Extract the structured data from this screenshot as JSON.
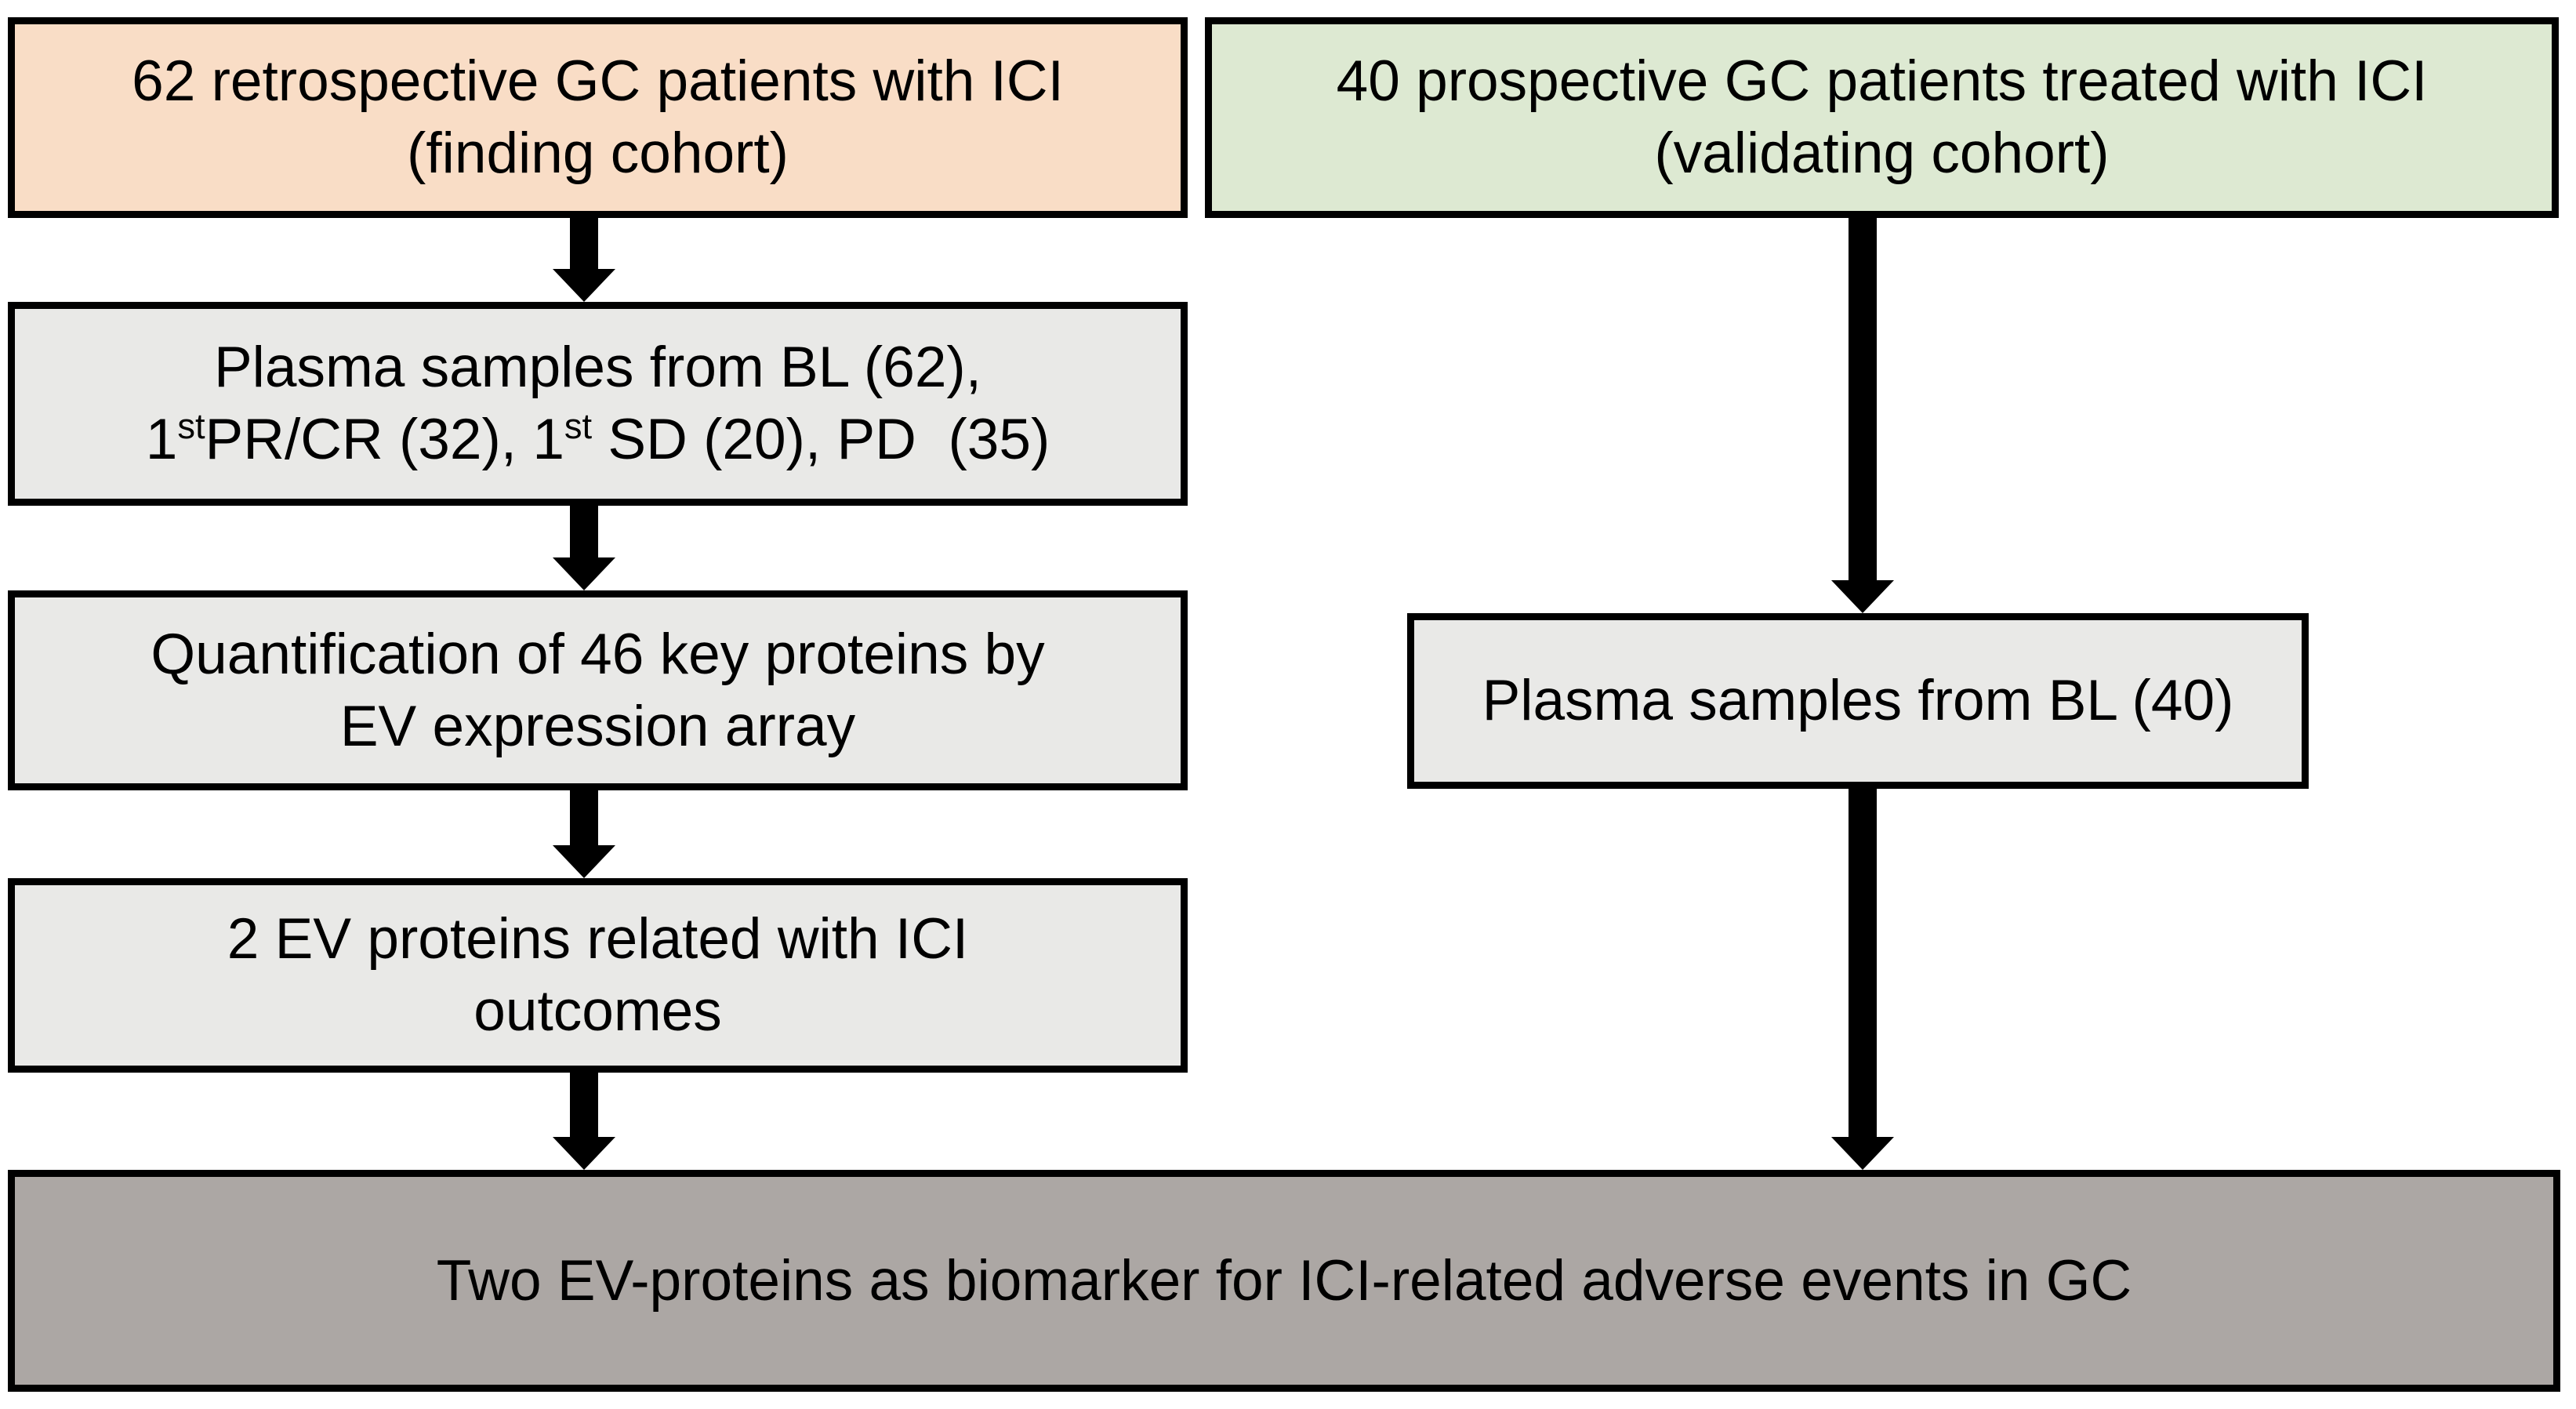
{
  "colors": {
    "finding_cohort_fill": "#f9ddc6",
    "validating_cohort_fill": "#dde9d2",
    "process_fill": "#e9e9e7",
    "result_fill": "#aca7a4",
    "border": "#000000",
    "arrow": "#000000",
    "text": "#000000",
    "background": "#ffffff"
  },
  "flowchart": {
    "finding_cohort": {
      "line1": "62 retrospective GC patients with ICI",
      "line2": "(finding cohort)"
    },
    "validating_cohort": {
      "line1": "40 prospective GC patients treated with ICI",
      "line2": "(validating cohort)"
    },
    "plasma_finding": {
      "line1": "Plasma samples from BL (62),",
      "line2_parts": {
        "p1": "1",
        "sup1": "st",
        "p2": "PR/CR (32), 1",
        "sup2": "st",
        "p3": " SD (20), PD  (35)"
      }
    },
    "quantification": {
      "line1": "Quantification of 46 key proteins by",
      "line2": "EV expression array"
    },
    "ev_proteins": {
      "line1": "2 EV proteins related with ICI",
      "line2": "outcomes"
    },
    "plasma_validating": {
      "line1": "Plasma samples from BL (40)"
    },
    "conclusion": {
      "line1": "Two EV-proteins as biomarker for ICI-related adverse events in GC"
    }
  }
}
